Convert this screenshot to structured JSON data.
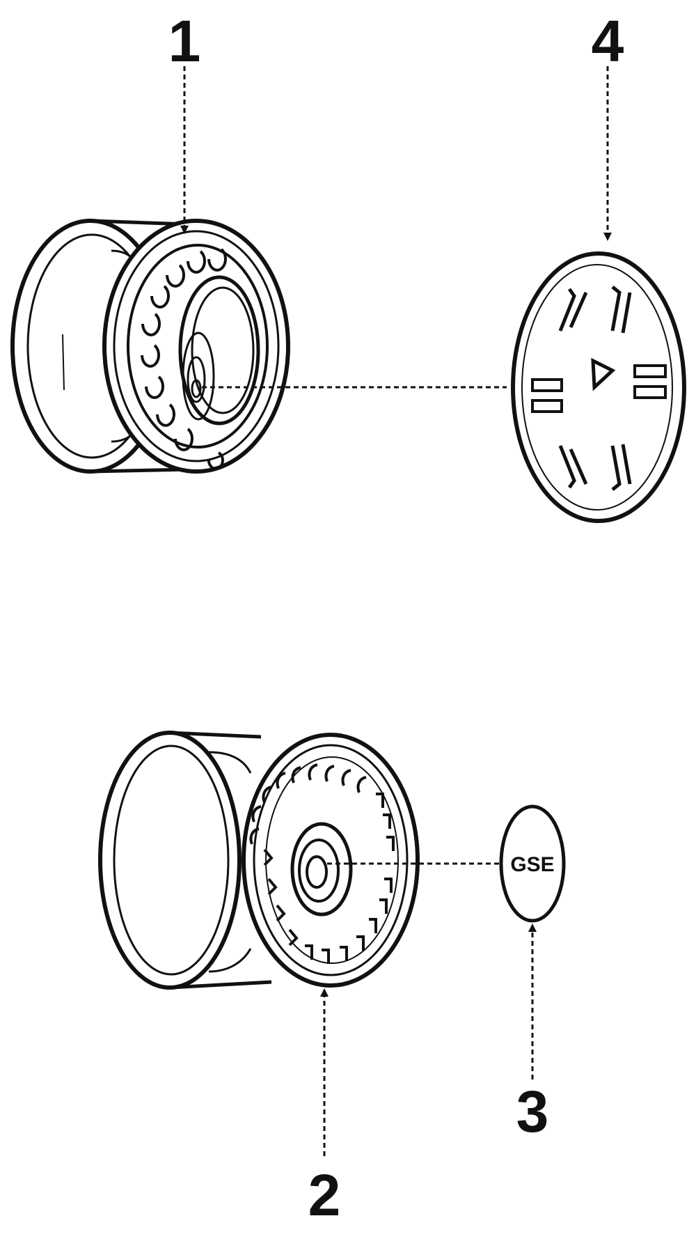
{
  "diagram": {
    "callouts": [
      {
        "id": "1",
        "label": "1"
      },
      {
        "id": "2",
        "label": "2"
      },
      {
        "id": "3",
        "label": "3"
      },
      {
        "id": "4",
        "label": "4"
      }
    ],
    "emblem_text": "GSE",
    "colors": {
      "ink": "#111111",
      "background": "#ffffff"
    }
  }
}
